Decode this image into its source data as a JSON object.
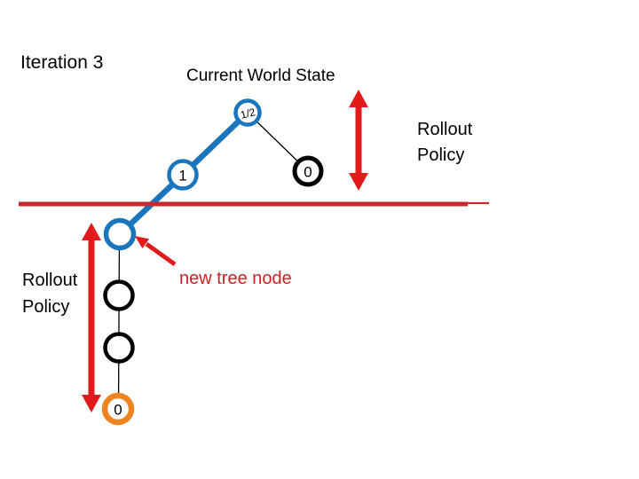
{
  "labels": {
    "iteration_title": "Iteration 3",
    "world_state": "Current World State",
    "rollout_policy_right": "Rollout\nPolicy",
    "rollout_policy_left": "Rollout\nPolicy",
    "new_tree_node": "new tree node"
  },
  "tree": {
    "root_label": "1/2",
    "left_child_label": "1",
    "right_child_label": "0",
    "terminal_label": "0"
  },
  "colors": {
    "tree_blue": "#1b75bc",
    "line_red": "#c9282a",
    "arrow_red": "#e11b1c",
    "label_red": "#cc2122",
    "terminal_orange": "#ef8322",
    "node_black": "#000000"
  }
}
